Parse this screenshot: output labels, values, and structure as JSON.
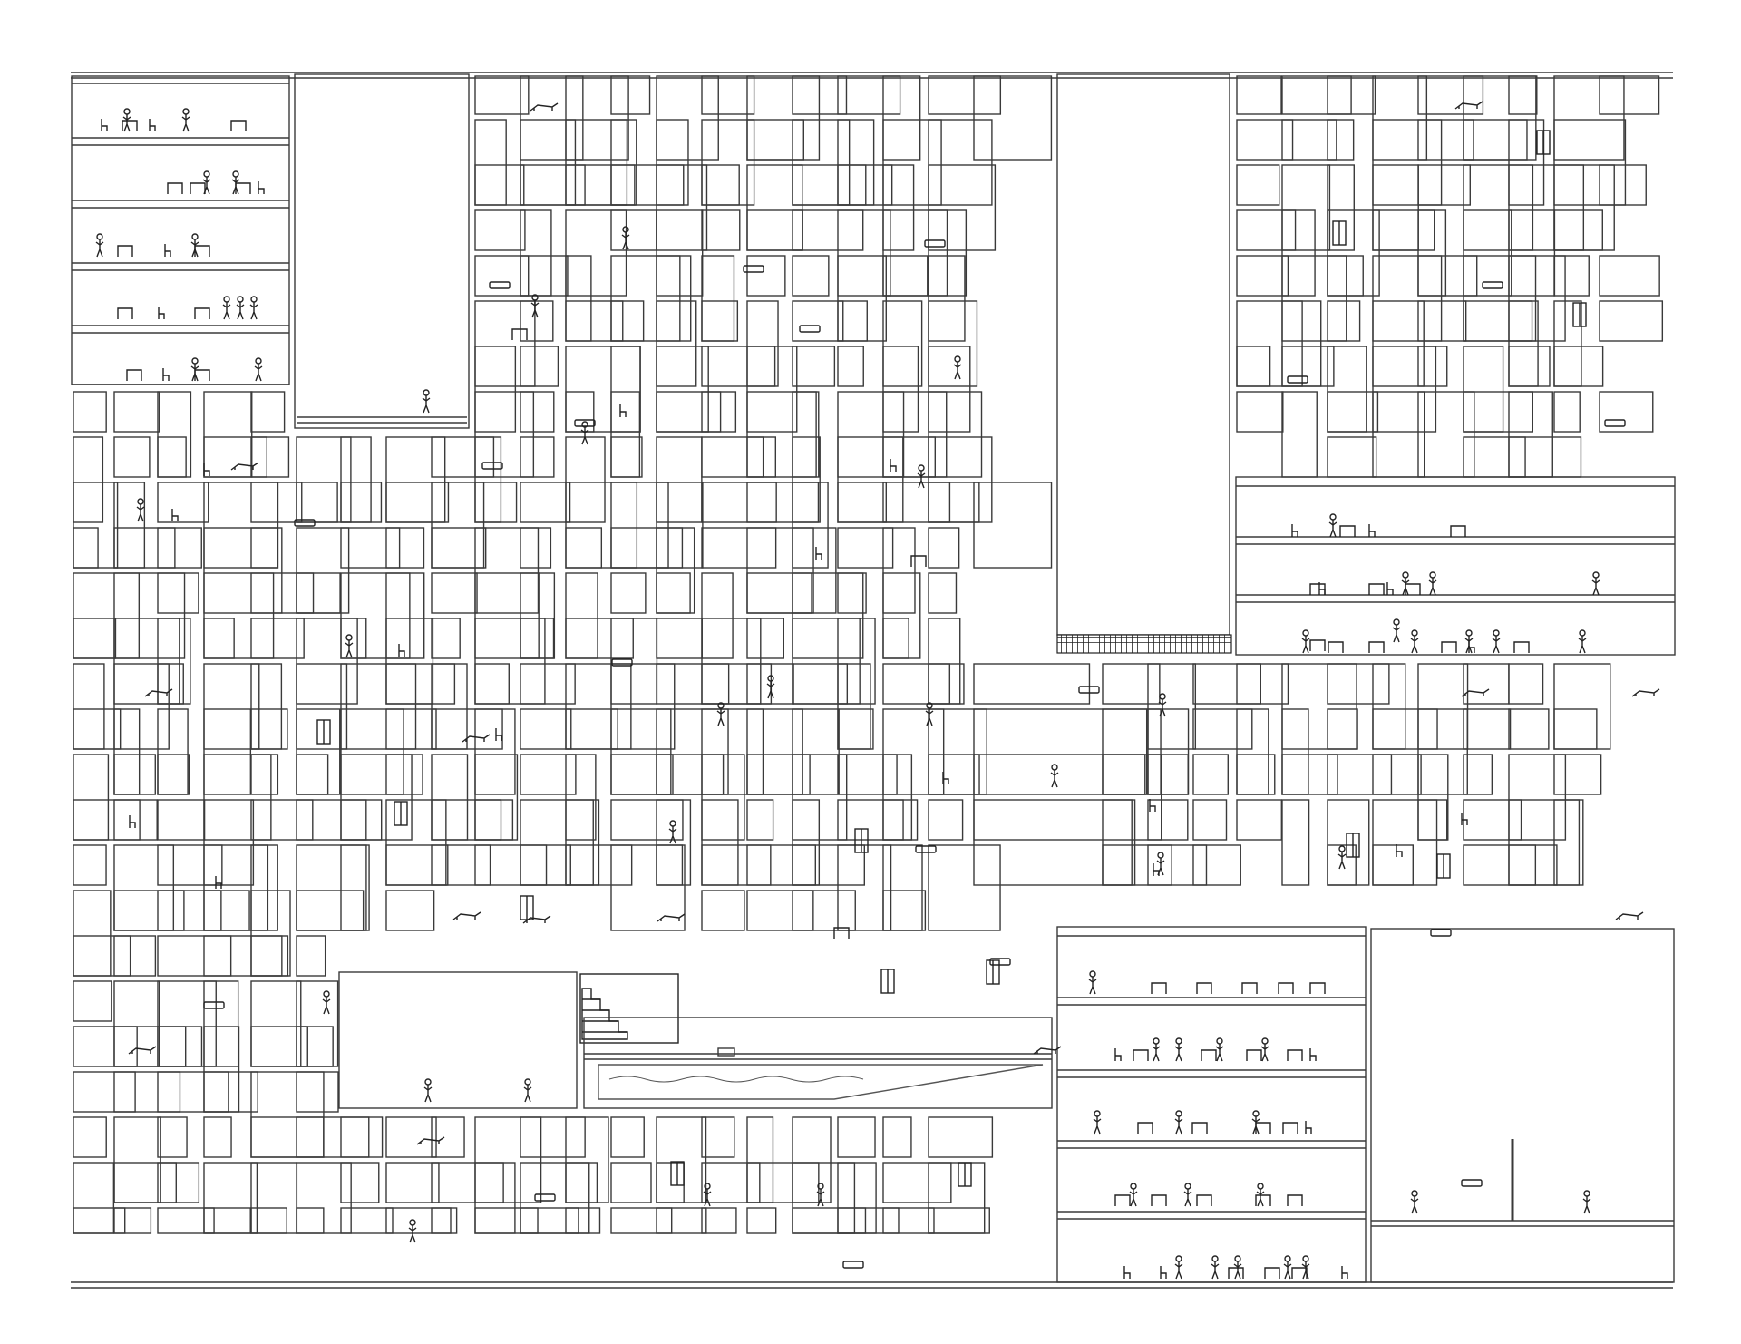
{
  "diagram": {
    "kind": "architectural-section",
    "text": [],
    "colors": {
      "background": "#ffffff",
      "line": "#3a3a3a",
      "figure": "#222222",
      "water": "#555555"
    },
    "regions": [
      "stacked-floors-top-left",
      "tall-void-left",
      "interlocking-rooms-left",
      "interlocking-rooms-center",
      "tall-void-center",
      "roof-terrace-grid",
      "stacked-floors-right",
      "interlocking-rooms-right",
      "tennis-court-left",
      "tiered-seating",
      "swimming-pool",
      "stacked-floors-bottom-center",
      "tennis-court-right"
    ]
  }
}
